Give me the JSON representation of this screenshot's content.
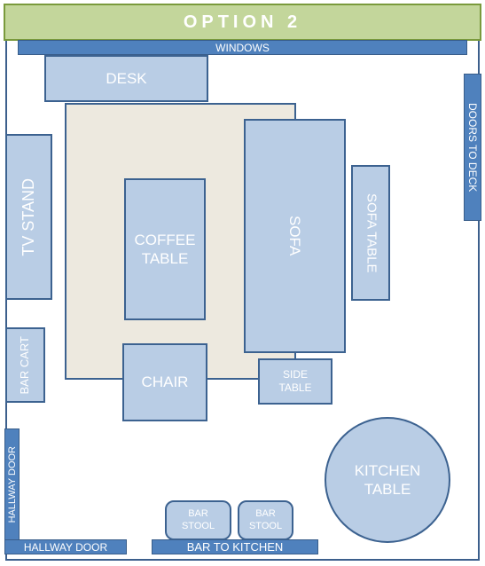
{
  "header": {
    "title": "OPTION 2"
  },
  "room": {
    "windows": "WINDOWS",
    "doors_to_deck": "DOORS TO DECK",
    "hallway_door_side": "HALLWAY DOOR",
    "hallway_door_bottom": "HALLWAY DOOR",
    "bar_to_kitchen": "BAR TO KITCHEN"
  },
  "furniture": {
    "desk": "DESK",
    "tv_stand": "TV STAND",
    "coffee_table": "COFFEE TABLE",
    "sofa": "SOFA",
    "sofa_table": "SOFA TABLE",
    "bar_cart": "BAR CART",
    "chair": "CHAIR",
    "side_table": "SIDE TABLE",
    "kitchen_table": "KITCHEN TABLE",
    "bar_stool_1": "BAR STOOL",
    "bar_stool_2": "BAR STOOL"
  },
  "colors": {
    "banner": "#c3d69b",
    "fixture": "#4f81bd",
    "furniture": "#b9cde5",
    "rug": "#ede9df",
    "outline": "#3c6290"
  }
}
